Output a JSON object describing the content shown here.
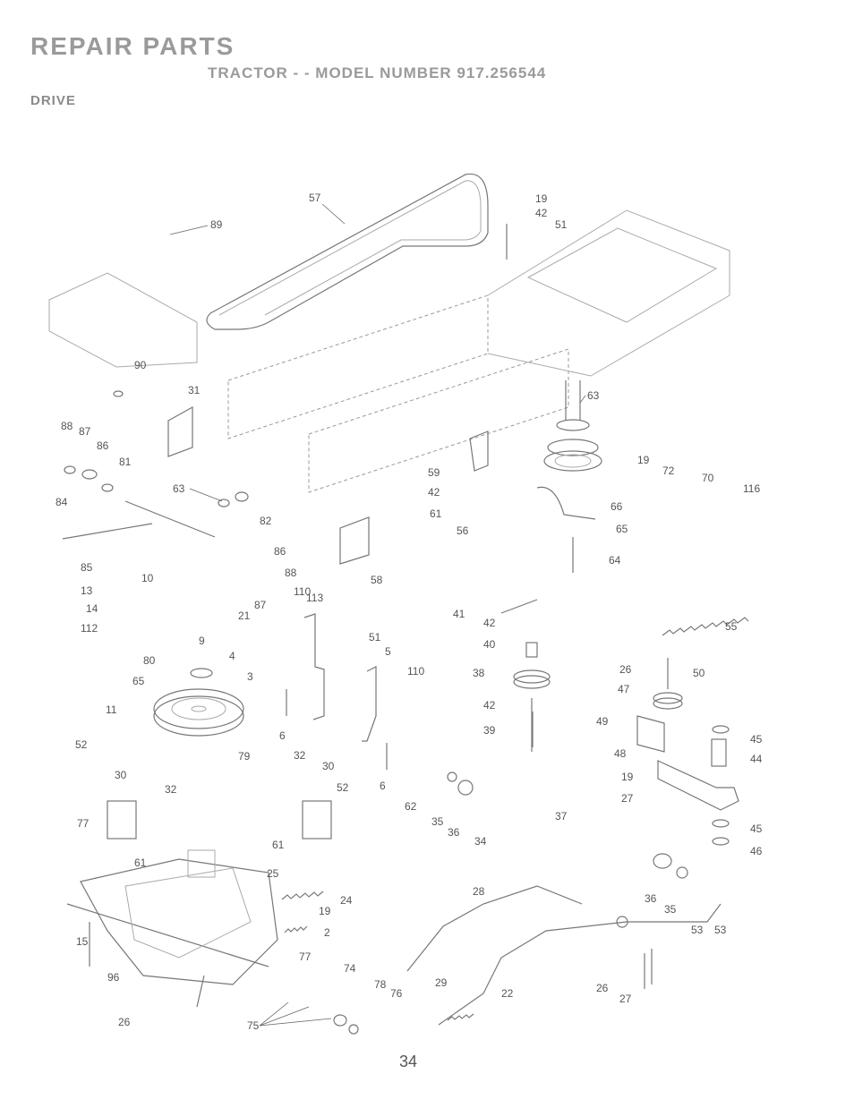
{
  "header": {
    "title": "REPAIR PARTS",
    "subtitle": "TRACTOR - - MODEL NUMBER 917.256544",
    "section": "DRIVE"
  },
  "page_number": "34",
  "callouts": [
    "57",
    "89",
    "19",
    "42",
    "51",
    "90",
    "31",
    "63",
    "88",
    "87",
    "86",
    "81",
    "84",
    "63",
    "82",
    "85",
    "86",
    "88",
    "87",
    "21",
    "13",
    "14",
    "112",
    "10",
    "9",
    "80",
    "65",
    "11",
    "110",
    "113",
    "51",
    "5",
    "110",
    "4",
    "3",
    "6",
    "59",
    "42",
    "61",
    "56",
    "66",
    "65",
    "64",
    "58",
    "41",
    "42",
    "40",
    "38",
    "42",
    "39",
    "19",
    "72",
    "70",
    "116",
    "55",
    "26",
    "50",
    "47",
    "49",
    "45",
    "44",
    "48",
    "19",
    "27",
    "45",
    "46",
    "52",
    "53",
    "30",
    "32",
    "79",
    "32",
    "30",
    "52",
    "6",
    "62",
    "35",
    "36",
    "34",
    "37",
    "77",
    "61",
    "61",
    "25",
    "24",
    "19",
    "2",
    "28",
    "15",
    "77",
    "96",
    "74",
    "78",
    "76",
    "29",
    "22",
    "26",
    "75",
    "36",
    "35",
    "53",
    "26",
    "27"
  ]
}
